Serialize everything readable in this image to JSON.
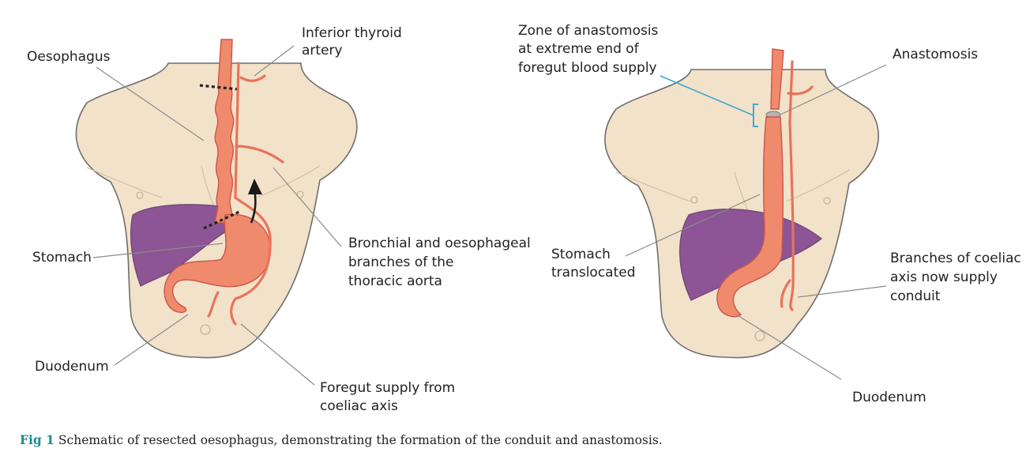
{
  "left_panel": {
    "labels": {
      "oesophagus": "Oesophagus",
      "inferior_thyroid_1": "Inferior thyroid",
      "inferior_thyroid_2": "artery",
      "stomach": "Stomach",
      "bronchial_1": "Bronchial and oesophageal",
      "bronchial_2": "branches of the",
      "bronchial_3": "thoracic aorta",
      "duodenum": "Duodenum",
      "foregut_1": "Foregut supply from",
      "foregut_2": "coeliac axis"
    }
  },
  "right_panel": {
    "labels": {
      "zone_1": "Zone of anastomosis",
      "zone_2": "at extreme end of",
      "zone_3": "foregut blood supply",
      "anastomosis": "Anastomosis",
      "stomach_1": "Stomach",
      "stomach_2": "translocated",
      "branches_1": "Branches of coeliac",
      "branches_2": "axis now supply",
      "branches_3": "conduit",
      "duodenum": "Duodenum"
    }
  },
  "caption": {
    "figure_number": "Fig 1",
    "text": "Schematic of resected oesophagus, demonstrating the formation of the conduit and anastomosis."
  },
  "colors": {
    "skin": "#f2e2c9",
    "liver": "#8d5595",
    "gut": "#f08a6c",
    "vessel": "#e8735a",
    "zone_bracket": "#3aa9d6",
    "caption_accent": "#1f8a8a"
  }
}
